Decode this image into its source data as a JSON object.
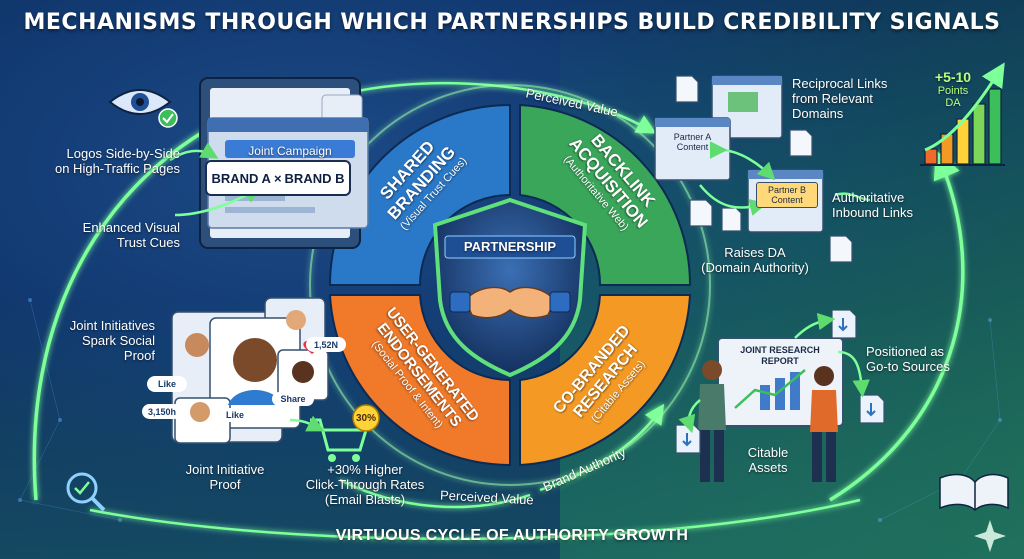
{
  "title": "MECHANISMS THROUGH WHICH PARTNERSHIPS BUILD CREDIBILITY SIGNALS",
  "center": {
    "shield_label": "PARTNERSHIP",
    "segments": [
      {
        "title_line1": "SHARED",
        "title_line2": "BRANDING",
        "subtitle": "(Visual Trust Cues)",
        "color": "#2a78c8"
      },
      {
        "title_line1": "BACKLINK",
        "title_line2": "ACQUISITION",
        "subtitle": "(Authoritative Web)",
        "color": "#3aa65a"
      },
      {
        "title_line1": "USER-GENERATED",
        "title_line2": "ENDORSEMENTS",
        "subtitle": "(Social Proof & Intent)",
        "color": "#f07a2a"
      },
      {
        "title_line1": "CO-BRANDED",
        "title_line2": "RESEARCH",
        "subtitle": "(Citable Assets)",
        "color": "#f49a24"
      }
    ]
  },
  "flow_labels": {
    "perceived_value_top": "Perceived Value",
    "perceived_value_bottom": "Perceived Value",
    "brand_authority": "Brand Authority"
  },
  "branding": {
    "joint_campaign": "Joint Campaign",
    "brand_a": "BRAND A",
    "times": "×",
    "brand_b": "BRAND B",
    "logos_label_1": "Logos Side-by-Side",
    "logos_label_2": "on High-Traffic Pages",
    "trust_label_1": "Enhanced Visual",
    "trust_label_2": "Trust Cues"
  },
  "backlink": {
    "partner_a_1": "Partner A",
    "partner_a_2": "Content",
    "partner_b_1": "Partner B",
    "partner_b_2": "Content",
    "reciprocal_1": "Reciprocal Links",
    "reciprocal_2": "from Relevant",
    "reciprocal_3": "Domains",
    "authoritative_1": "Authoritative",
    "authoritative_2": "Inbound Links",
    "raises_1": "Raises DA",
    "raises_2": "(Domain Authority)",
    "points_1": "+5-10",
    "points_2": "Points",
    "points_3": "DA",
    "bar_values": [
      1,
      2,
      3,
      4,
      5
    ]
  },
  "ugc": {
    "social_1": "Joint Initiatives",
    "social_2": "Spark Social",
    "social_3": "Proof",
    "like_1": "Like",
    "like_2": "Like",
    "share": "Share",
    "count_likes": "1,52N",
    "count_followers": "3,150h",
    "proof_1": "Joint Initiative",
    "proof_2": "Proof",
    "ctr_badge": "30%",
    "ctr_1": "+30% Higher",
    "ctr_2": "Click-Through Rates",
    "ctr_3": "(Email Blasts)"
  },
  "research": {
    "report_1": "JOINT RESEARCH",
    "report_2": "REPORT",
    "positioned_1": "Positioned as",
    "positioned_2": "Go-to Sources",
    "citable_1": "Citable",
    "citable_2": "Assets"
  },
  "bottom_title": "VIRTUOUS CYCLE OF AUTHORITY GROWTH",
  "icons": [
    "eye-icon",
    "check-icon",
    "handshake-icon",
    "shield-icon",
    "cart-icon",
    "magnifier-check-icon",
    "book-icon",
    "download-icon",
    "document-icon",
    "sparkle-icon",
    "heart-icon"
  ]
}
